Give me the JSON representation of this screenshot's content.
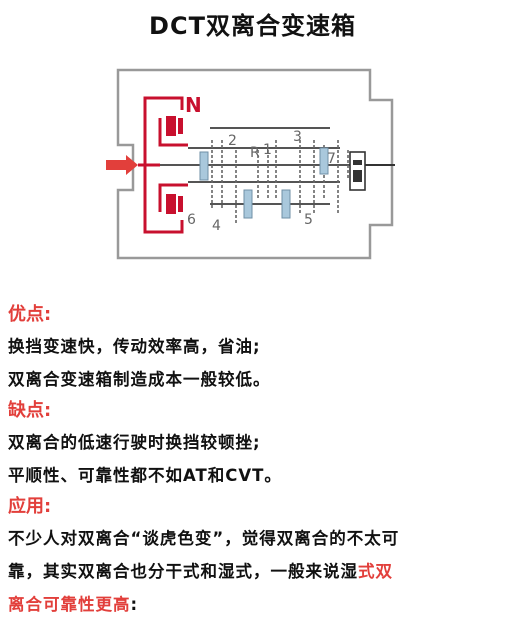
{
  "title": "DCT双离合变速箱",
  "diagram": {
    "labels": {
      "n": "N",
      "r": "R",
      "g1": "1",
      "g2": "2",
      "g3": "3",
      "g4": "4",
      "g5": "5",
      "g6": "6",
      "g7": "7"
    },
    "colors": {
      "clutch": "#c8102e",
      "synchro": "#a9c8dc",
      "housing": "#999999",
      "input_arrow": "#e23f3b"
    }
  },
  "sections": {
    "pros_heading": "优点:",
    "pros_lines": [
      "换挡变速快，传动效率高，省油;",
      "双离合变速箱制造成本一般较低。"
    ],
    "cons_heading": "缺点:",
    "cons_lines": [
      "双离合的低速行驶时换挡较顿挫;",
      "平顺性、可靠性都不如AT和CVT。"
    ],
    "app_heading": "应用:",
    "app_line1": "不少人对双离合“谈虎色变”，觉得双离合的不太可",
    "app_line2_a": "靠，其实双离合也分干式和湿式，一般来说湿",
    "app_line2_b": "式双",
    "app_line3_a": "离合可靠性更高",
    "app_line3_b": ":"
  }
}
